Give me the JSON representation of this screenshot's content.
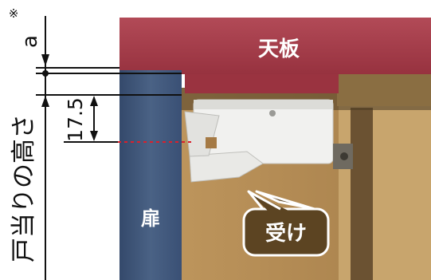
{
  "labels": {
    "footnote_mark": "※",
    "gap_label": "a",
    "height_label": "戸当りの高さ",
    "dimension_value": "17.5",
    "top_board": "天板",
    "door": "扉",
    "catch": "受け"
  },
  "colors": {
    "top_board": "#a23a48",
    "door": "#3e5577",
    "cabinet_wood": "#b7915a",
    "cabinet_dark": "#5a4528",
    "catch_white": "#f1f1ef",
    "callout_fill": "#5c4422",
    "dotted_line": "#d9202c"
  }
}
